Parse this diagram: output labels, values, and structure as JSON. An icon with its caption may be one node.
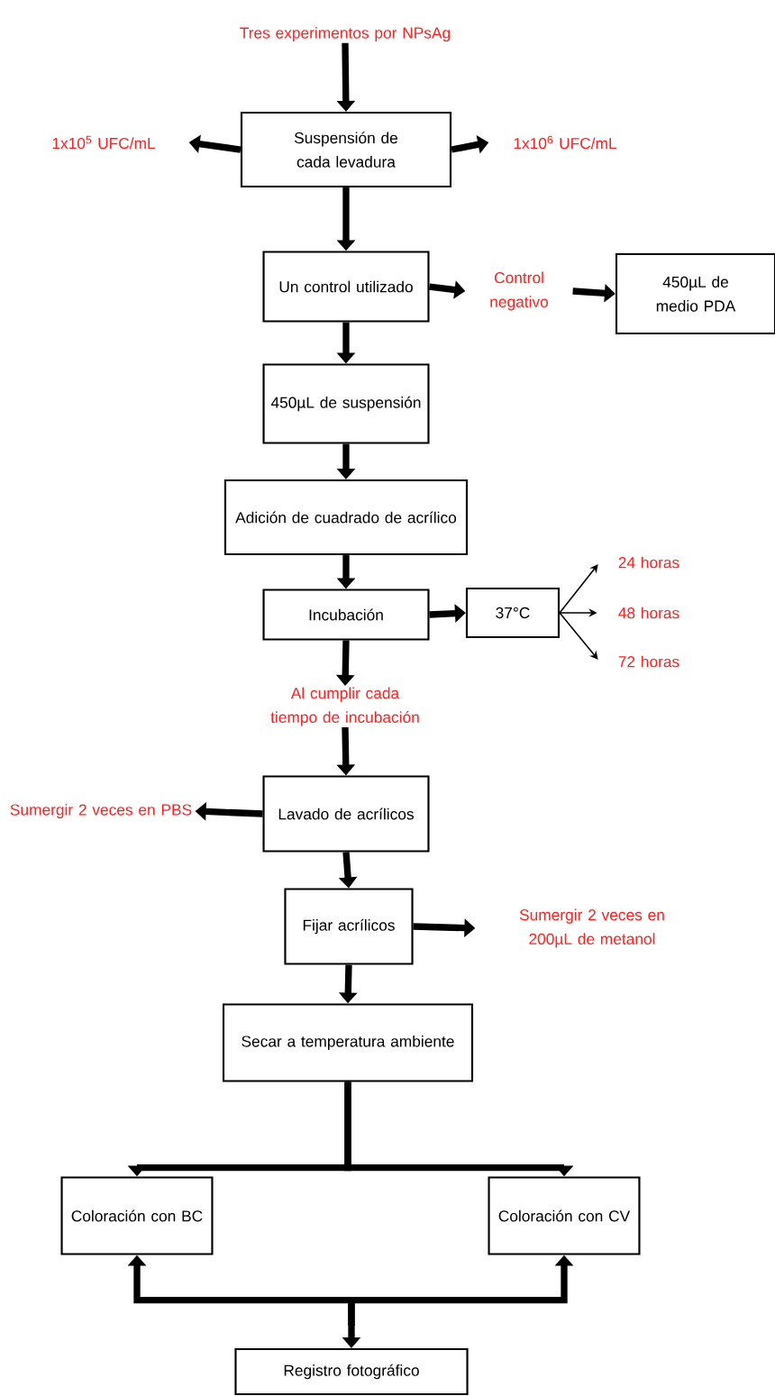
{
  "diagram": {
    "nodes": [
      {
        "text": [
          "Tres experimentos por NPsAg"
        ]
      },
      {
        "text": [
          "1x10$^{5}$ UFC/mL"
        ]
      },
      {
        "text": [
          "Suspensión de cada levadura"
        ]
      },
      {
        "text": [
          "1x10$^{6}$ UFC/mL"
        ]
      },
      {
        "text": [
          "Un control utilizado"
        ]
      },
      {
        "text": [
          "Control negativo"
        ]
      },
      {
        "text": [
          "450µL de medio PDA"
        ]
      },
      {
        "text": [
          "450µL de suspensión"
        ]
      },
      {
        "text": [
          "Adición de cuadrado de acrílico"
        ]
      },
      {
        "text": [
          "Incubación"
        ]
      },
      {
        "text": [
          "37°C"
        ]
      },
      {
        "text": [
          "24 horas"
        ]
      },
      {
        "text": [
          "48 horas"
        ]
      },
      {
        "text": [
          "72 horas"
        ]
      },
      {
        "text": [
          "Al cumplir cada tiempo de incubación"
        ]
      },
      {
        "text": [
          "Lavado de acrílicos"
        ]
      },
      {
        "text": [
          "Sumergir 2 veces en PBS"
        ]
      },
      {
        "text": [
          "Fijar acrílicos"
        ]
      },
      {
        "text": [
          "Sumergir 2 veces en 200µL de metanol"
        ]
      },
      {
        "text": [
          "Secar a temperatura ambiente"
        ]
      },
      {
        "text": [
          "Coloración con BC"
        ]
      },
      {
        "text": [
          "Coloración con CV"
        ]
      },
      {
        "text": [
          "Registro fotográfico"
        ]
      }
    ],
    "edges": [
      {
        "from": 0,
        "to": 2,
        "arrow": "to"
      },
      {
        "from": 2,
        "to": 1,
        "arrow": "to"
      },
      {
        "from": 2,
        "to": 3,
        "arrow": "to"
      },
      {
        "from": 2,
        "to": 4,
        "arrow": "to"
      },
      {
        "from": 4,
        "to": 5,
        "arrow": "to"
      },
      {
        "from": 5,
        "to": 6,
        "arrow": "to"
      },
      {
        "from": 4,
        "to": 7,
        "arrow": "to"
      },
      {
        "from": 7,
        "to": 8,
        "arrow": "to"
      },
      {
        "from": 8,
        "to": 9,
        "arrow": "to"
      },
      {
        "from": 9,
        "to": 10,
        "arrow": "to"
      },
      {
        "from": 10,
        "to": 11,
        "arrow": "to"
      },
      {
        "from": 10,
        "to": 12,
        "arrow": "to"
      },
      {
        "from": 10,
        "to": 13,
        "arrow": "to"
      },
      {
        "from": 9,
        "to": 14,
        "arrow": "to"
      },
      {
        "from": 14,
        "to": 15,
        "arrow": "to"
      },
      {
        "from": 15,
        "to": 16,
        "arrow": "to"
      },
      {
        "from": 15,
        "to": 17,
        "arrow": "to"
      },
      {
        "from": 17,
        "to": 18,
        "arrow": "to"
      },
      {
        "from": 17,
        "to": 19,
        "arrow": "to"
      },
      {
        "from": 19,
        "to": 20,
        "arrow": "to"
      },
      {
        "from": 19,
        "to": 21,
        "arrow": "to"
      },
      {
        "from": 20,
        "to": 22,
        "arrow": "both"
      },
      {
        "from": 21,
        "to": 22,
        "arrow": "both"
      }
    ]
  }
}
